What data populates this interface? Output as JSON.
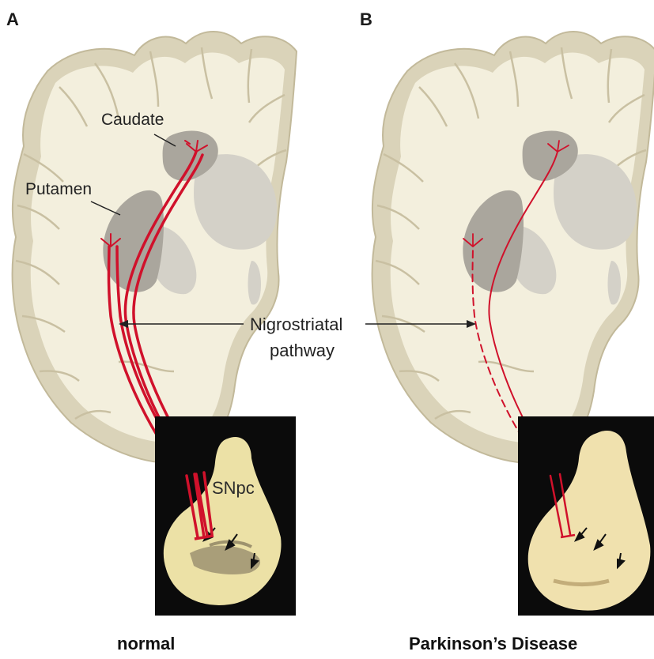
{
  "panels": [
    {
      "letter": "A",
      "caption": "normal",
      "labels": {
        "caudate": "Caudate",
        "putamen": "Putamen",
        "snpc": "SNpc"
      }
    },
    {
      "letter": "B",
      "caption": "Parkinson’s Disease"
    }
  ],
  "pathway_label": {
    "line1": "Nigrostriatal",
    "line2": "pathway"
  },
  "colors": {
    "brain_fill": "#f3efdd",
    "cortex_edge": "#dad3b9",
    "basal_ganglia": "#aaa69d",
    "thalamus": "#d4d1c8",
    "pathway_red": "#d0112b",
    "photo_bg": "#0b0b0b",
    "tissue_normal": "#ece1a6",
    "tissue_pd": "#f0e1ae"
  }
}
